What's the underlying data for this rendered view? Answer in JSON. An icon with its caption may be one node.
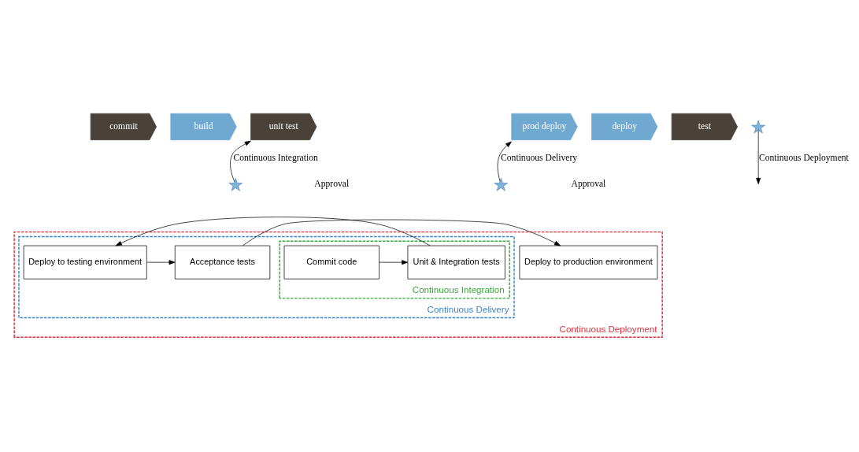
{
  "diagram": {
    "nodes": [
      {
        "text": [
          "commit"
        ]
      },
      {
        "text": [
          "build"
        ]
      },
      {
        "text": [
          "unit test"
        ]
      },
      {
        "text": [
          "deploy"
        ]
      },
      {
        "text": [
          "test"
        ]
      },
      {
        "text": [
          "prod deploy"
        ]
      },
      {
        "text": [],
        "shape": "star"
      },
      {
        "text": [],
        "shape": "star"
      },
      {
        "text": [],
        "shape": "star"
      },
      {
        "text": [
          "Continuous Deployment"
        ]
      },
      {
        "text": [
          "Continuous Delivery"
        ],
        "in": 9
      },
      {
        "text": [
          "Continuous Integration"
        ],
        "in": 10
      },
      {
        "text": [
          "Commit code"
        ],
        "in": 11
      },
      {
        "text": [
          "Unit & Integration tests"
        ],
        "in": 11
      },
      {
        "text": [
          "Deploy to testing environment"
        ],
        "in": 10
      },
      {
        "text": [
          "Acceptance tests"
        ],
        "in": 10
      },
      {
        "text": [
          "Deploy to production environment"
        ],
        "in": 9
      }
    ],
    "edges": [
      {
        "from": 6,
        "to": 2,
        "arrow": "to",
        "label": "Continuous Integration"
      },
      {
        "from": 7,
        "to": 5,
        "arrow": "to",
        "label": "Continuous Delivery"
      },
      {
        "from": 8,
        "to": null,
        "arrow": "to",
        "label": "Continuous Deployment"
      },
      {
        "from": 12,
        "to": 13,
        "arrow": "to"
      },
      {
        "from": 13,
        "to": 14,
        "arrow": "to"
      },
      {
        "from": 14,
        "to": 15,
        "arrow": "to"
      },
      {
        "from": 15,
        "to": 16,
        "arrow": "to"
      }
    ],
    "labels": [
      "Approval",
      "Approval"
    ]
  }
}
